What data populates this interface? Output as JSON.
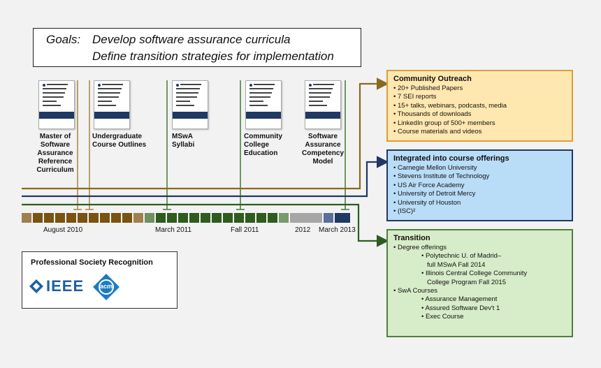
{
  "goals": {
    "label": "Goals:",
    "line1": "Develop software assurance curricula",
    "line2": "Define transition strategies for implementation"
  },
  "milestones": [
    "Master of Software Assurance Reference Curriculum",
    "Undergraduate Course Outlines",
    "MSwA Syllabi",
    "Community College Education",
    "Software Assurance Competency Model"
  ],
  "timeline_labels": [
    "August 2010",
    "March 2011",
    "Fall 2011",
    "2012",
    "March 2013"
  ],
  "outreach": {
    "title": "Community  Outreach",
    "items": [
      "20+ Published Papers",
      "7 SEI reports",
      "15+ talks, webinars, podcasts, media",
      "Thousands of downloads",
      "LinkedIn group of 500+ members",
      "Course materials and videos"
    ]
  },
  "courses": {
    "title": "Integrated  into course offerings",
    "items": [
      "Carnegie Mellon University",
      "Stevens Institute of Technology",
      "US Air Force Academy",
      "University of Detroit Mercy",
      "University of Houston",
      "(ISC)²"
    ]
  },
  "transition": {
    "title": "Transition",
    "degree_heading": "Degree offerings",
    "degree_items": [
      "Polytechnic U. of Madrid–",
      "full MSwA  Fall 2014",
      "Illinois Central College Community",
      "College Program Fall 2015"
    ],
    "swa_heading": "SwA Courses",
    "swa_items": [
      "Assurance Management",
      "Assured Software Dev't 1",
      "Exec Course"
    ]
  },
  "recognition": {
    "title": "Professional Society Recognition",
    "ieee": "IEEE",
    "acm": "acm"
  },
  "colors": {
    "outreach_line": "#8a6a1e",
    "courses_line": "#1f3864",
    "transition_line": "#2e5c1f",
    "milestone_line_brown": "#b0894a",
    "milestone_line_green": "#4f7f3f"
  }
}
